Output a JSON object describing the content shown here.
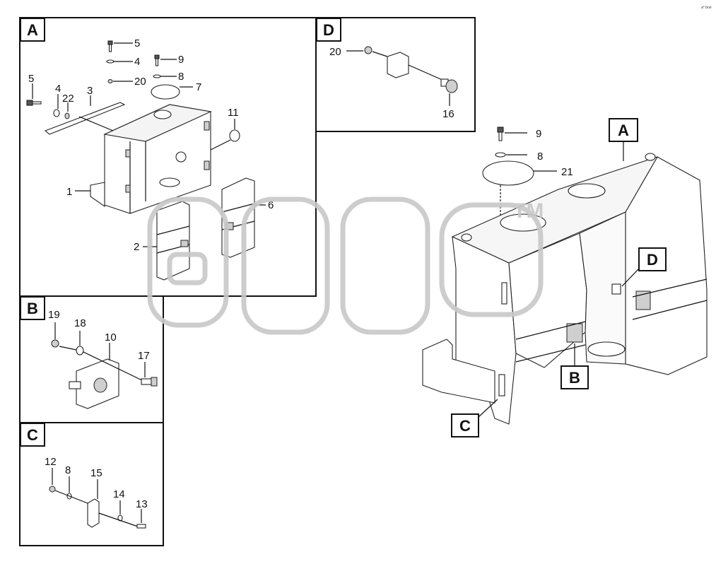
{
  "corner_tag": "a° boo",
  "watermark": {
    "text": "anch",
    "tm": "TM"
  },
  "panels": {
    "A": {
      "letter": "A"
    },
    "B": {
      "letter": "B"
    },
    "C": {
      "letter": "C"
    },
    "D": {
      "letter": "D"
    }
  },
  "callouts": {
    "A": {
      "p5a": "5",
      "p4a": "4",
      "p20a": "20",
      "p9a": "9",
      "p8a": "8",
      "p7": "7",
      "p5b": "5",
      "p4b": "4",
      "p22": "22",
      "p3": "3",
      "p11": "11",
      "p1": "1",
      "p6": "6",
      "p2": "2"
    },
    "B": {
      "p19": "19",
      "p18": "18",
      "p10": "10",
      "p17": "17"
    },
    "C": {
      "p12": "12",
      "p8": "8",
      "p15": "15",
      "p14": "14",
      "p13": "13"
    },
    "D": {
      "p20": "20",
      "p16": "16"
    },
    "main": {
      "p9": "9",
      "p8": "8",
      "p21": "21"
    }
  },
  "main_markers": {
    "A": "A",
    "B": "B",
    "C": "C",
    "D": "D"
  }
}
